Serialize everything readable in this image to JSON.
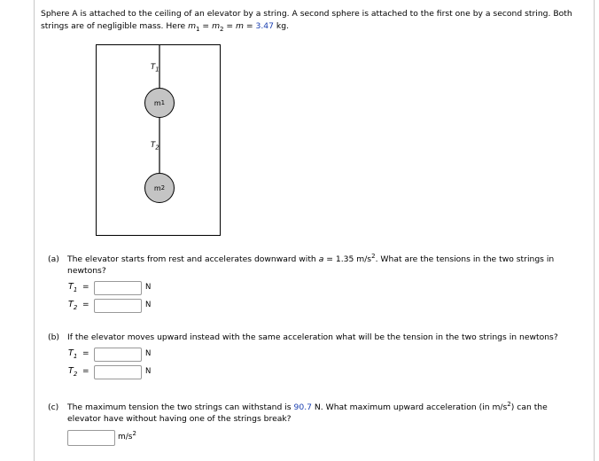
{
  "intro": {
    "line1": "Sphere A is attached to the ceiling of an elevator by a string. A second sphere is attached to the first one by a second string. Both",
    "line2_prefix": "strings are of negligible mass. Here ",
    "m1": "m",
    "m2": "m",
    "m": "m",
    "mass_value": "3.47",
    "mass_unit": "kg."
  },
  "figure": {
    "t1_label": "T",
    "t1_sub": "1",
    "t2_label": "T",
    "t2_sub": "2",
    "m1_label": "m",
    "m1_sub": "1",
    "m2_label": "m",
    "m2_sub": "2"
  },
  "part_a": {
    "tag": "(a)",
    "text_line1_prefix": "The elevator starts from rest and accelerates downward with ",
    "a_symbol": "a",
    "a_value": "1.35",
    "a_unit": "m/s",
    "text_line1_suffix": ". What are the tensions in the two strings in",
    "text_line2": "newtons?",
    "t1": "T",
    "t1_sub": "1",
    "t2": "T",
    "t2_sub": "2",
    "unit": "N"
  },
  "part_b": {
    "tag": "(b)",
    "text": "If the elevator moves upward instead with the same acceleration what will be the tension in the two strings in newtons?",
    "t1": "T",
    "t1_sub": "1",
    "t2": "T",
    "t2_sub": "2",
    "unit": "N"
  },
  "part_c": {
    "tag": "(c)",
    "text_line1_prefix": "The maximum tension the two strings can withstand is ",
    "max_tension": "90.7",
    "text_line1_mid": " N. What maximum upward acceleration (in m/s",
    "text_line1_suffix": ") can the",
    "text_line2": "elevator have without having one of the strings break?",
    "unit": "m/s"
  }
}
